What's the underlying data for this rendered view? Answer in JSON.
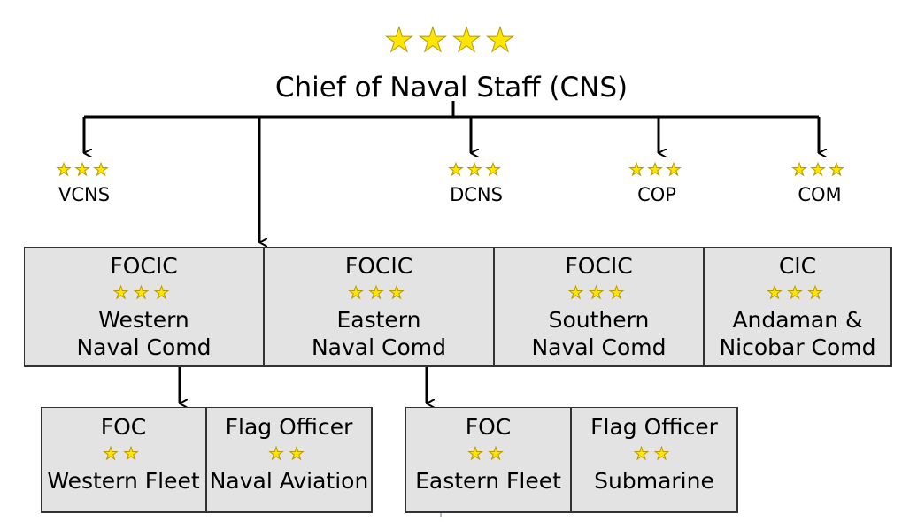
{
  "top": {
    "stars": "★★★★",
    "title": "Chief of Naval Staff (CNS)"
  },
  "staff": [
    {
      "stars": "★★★",
      "label": "VCNS"
    },
    {
      "stars": "★★★",
      "label": "DCNS"
    },
    {
      "stars": "★★★",
      "label": "COP"
    },
    {
      "stars": "★★★",
      "label": "COM"
    }
  ],
  "commands": [
    {
      "title": "FOCIC",
      "stars": "★★★",
      "line1": "Western",
      "line2": "Naval Comd"
    },
    {
      "title": "FOCIC",
      "stars": "★★★",
      "line1": "Eastern",
      "line2": "Naval Comd"
    },
    {
      "title": "FOCIC",
      "stars": "★★★",
      "line1": "Southern",
      "line2": "Naval Comd"
    },
    {
      "title": "CIC",
      "stars": "★★★",
      "line1": "Andaman &",
      "line2": "Nicobar Comd"
    }
  ],
  "sub_commands": [
    {
      "title": "FOC",
      "stars": "★★",
      "line1": "Western Fleet"
    },
    {
      "title": "Flag Officer",
      "stars": "★★",
      "line1": "Naval Aviation"
    },
    {
      "title": "FOC",
      "stars": "★★",
      "line1": "Eastern Fleet"
    },
    {
      "title": "Flag Officer",
      "stars": "★★",
      "line1": "Submarine"
    }
  ],
  "colors": {
    "box_fill": "#e3e3e3",
    "star": "#ffe600",
    "line": "#000000"
  }
}
